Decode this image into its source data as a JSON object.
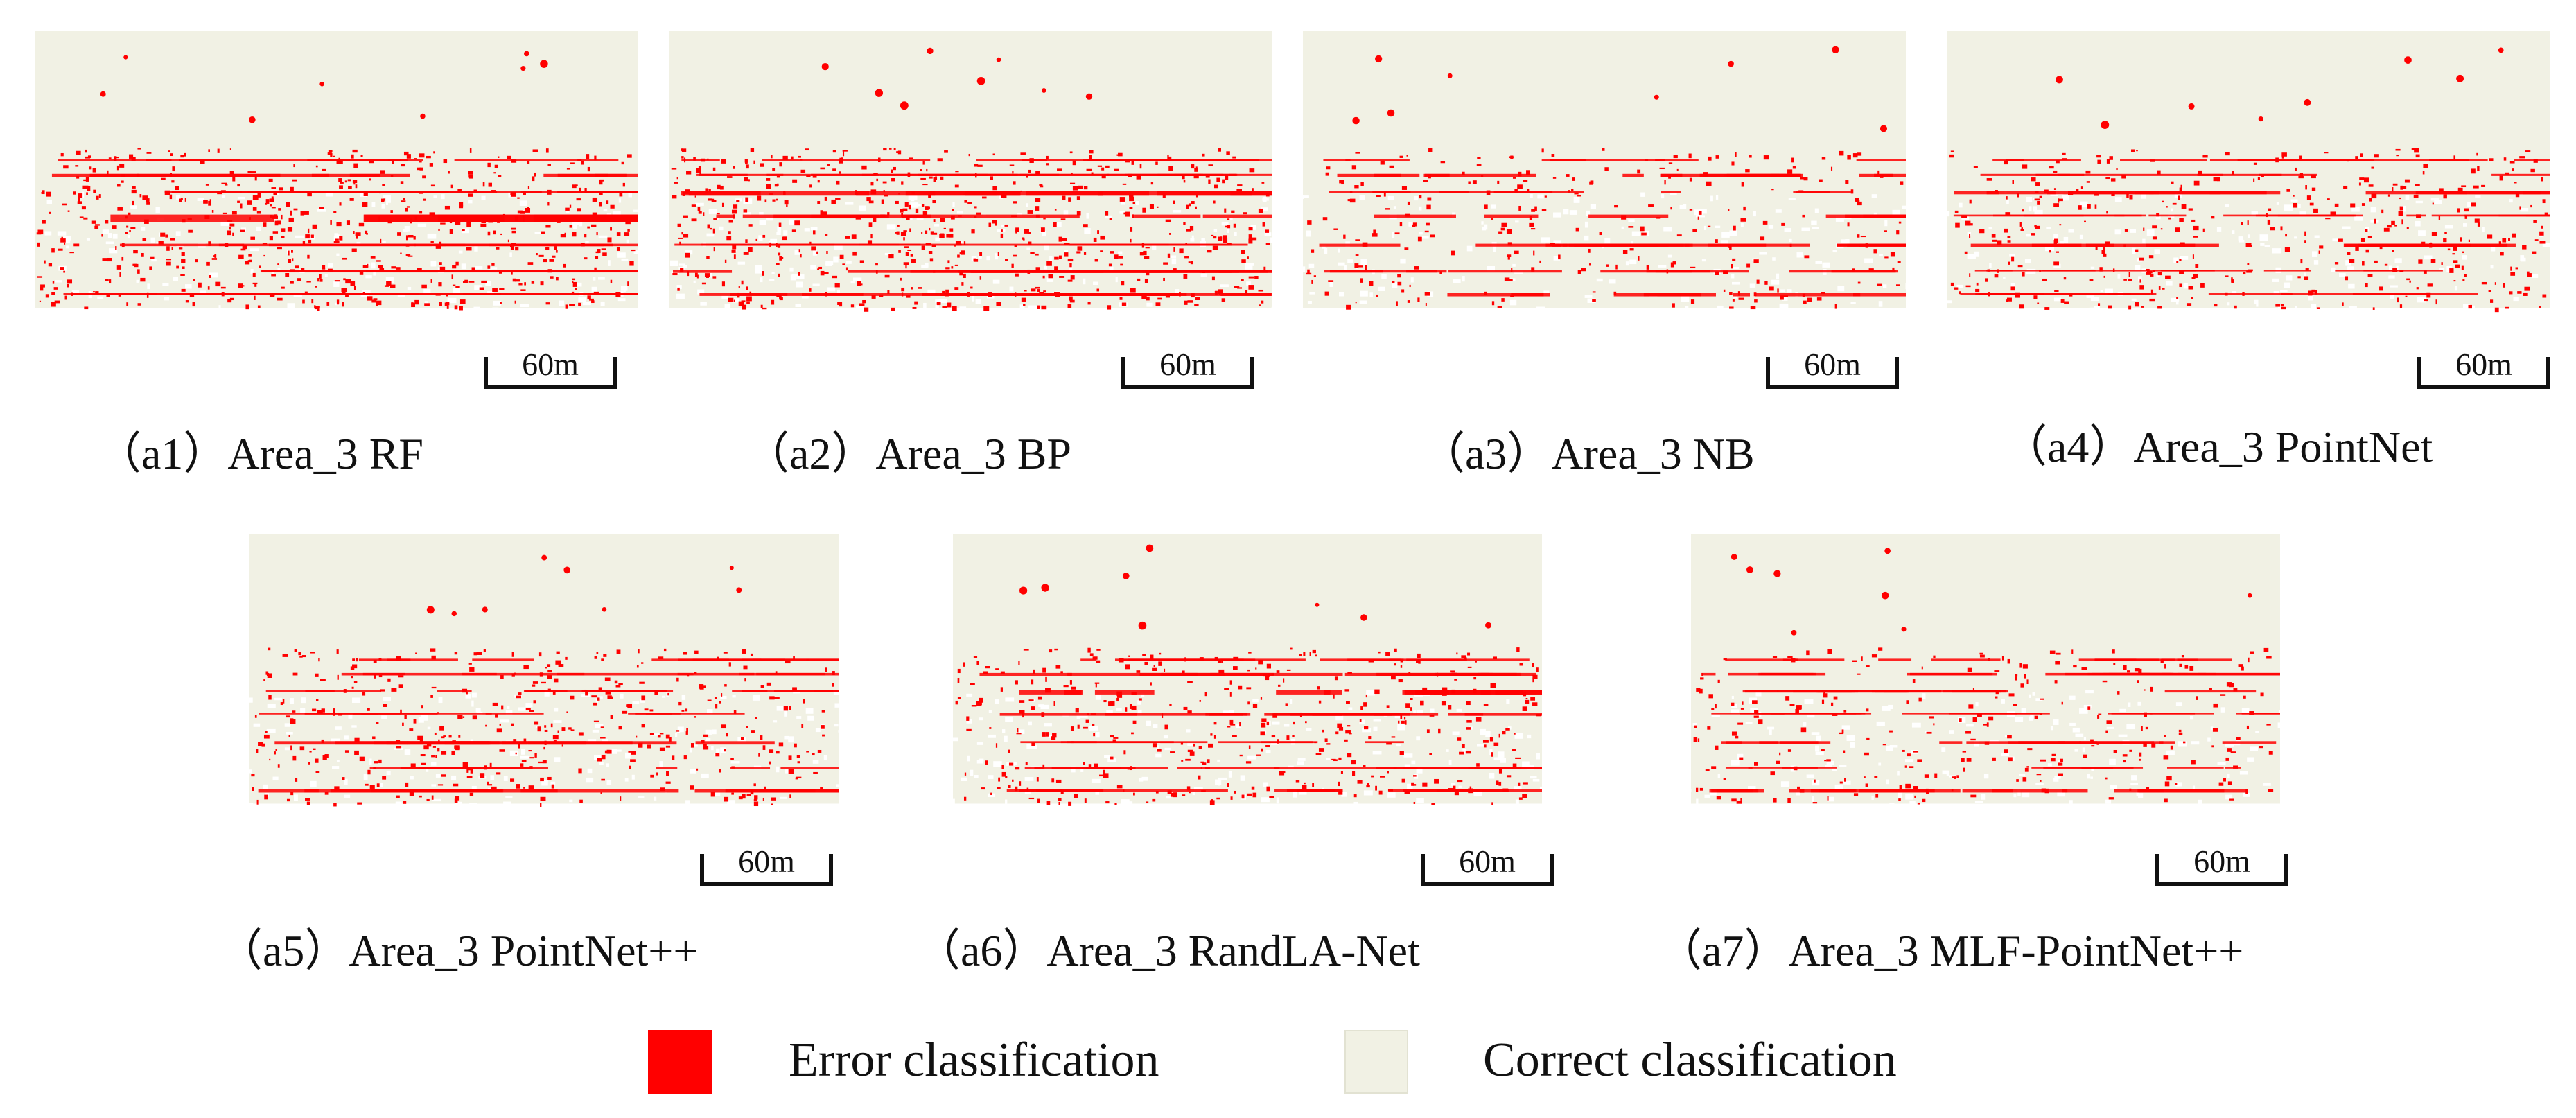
{
  "panels": [
    {
      "caption": "（a1）Area_3 RF",
      "scale_label": "60m",
      "error_level": "heavy"
    },
    {
      "caption": "（a2）Area_3 BP",
      "scale_label": "60m",
      "error_level": "heavy"
    },
    {
      "caption": "（a3）Area_3 NB",
      "scale_label": "60m",
      "error_level": "light"
    },
    {
      "caption": "（a4）Area_3 PointNet",
      "scale_label": "60m",
      "error_level": "medium"
    },
    {
      "caption": "（a5）Area_3 PointNet++",
      "scale_label": "60m",
      "error_level": "medium"
    },
    {
      "caption": "（a6）Area_3 RandLA-Net",
      "scale_label": "60m",
      "error_level": "medium"
    },
    {
      "caption": "（a7）Area_3 MLF-PointNet++",
      "scale_label": "60m",
      "error_level": "light"
    }
  ],
  "legend": {
    "error": {
      "label": "Error classification",
      "color": "#ff0000"
    },
    "correct": {
      "label": "Correct classification",
      "color": "#f1f1e4"
    }
  }
}
